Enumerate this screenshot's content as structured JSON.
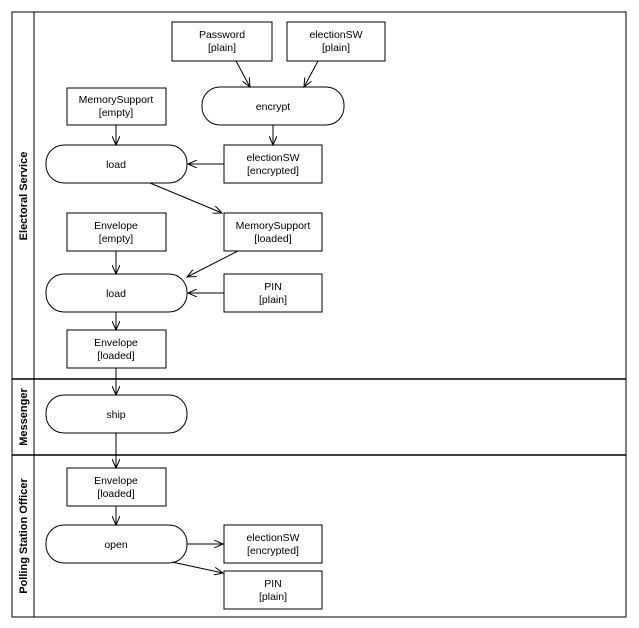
{
  "lanes": [
    {
      "id": "electoral",
      "label": "Electoral Service"
    },
    {
      "id": "messenger",
      "label": "Messenger"
    },
    {
      "id": "officer",
      "label": "Polling Station Officer"
    }
  ],
  "objects": {
    "password": {
      "line1": "Password",
      "line2": "[plain]"
    },
    "electionsw_plain": {
      "line1": "electionSW",
      "line2": "[plain]"
    },
    "memory_empty": {
      "line1": "MemorySupport",
      "line2": "[empty]"
    },
    "electionsw_encrypted": {
      "line1": "electionSW",
      "line2": "[encrypted]"
    },
    "envelope_empty": {
      "line1": "Envelope",
      "line2": "[empty]"
    },
    "memory_loaded": {
      "line1": "MemorySupport",
      "line2": "[loaded]"
    },
    "pin_plain": {
      "line1": "PIN",
      "line2": "[plain]"
    },
    "envelope_loaded": {
      "line1": "Envelope",
      "line2": "[loaded]"
    },
    "envelope_loaded_officer": {
      "line1": "Envelope",
      "line2": "[loaded]"
    },
    "electionsw_encrypted_out": {
      "line1": "electionSW",
      "line2": "[encrypted]"
    },
    "pin_plain_out": {
      "line1": "PIN",
      "line2": "[plain]"
    }
  },
  "actions": {
    "encrypt": "encrypt",
    "load1": "load",
    "load2": "load",
    "ship": "ship",
    "open": "open"
  }
}
